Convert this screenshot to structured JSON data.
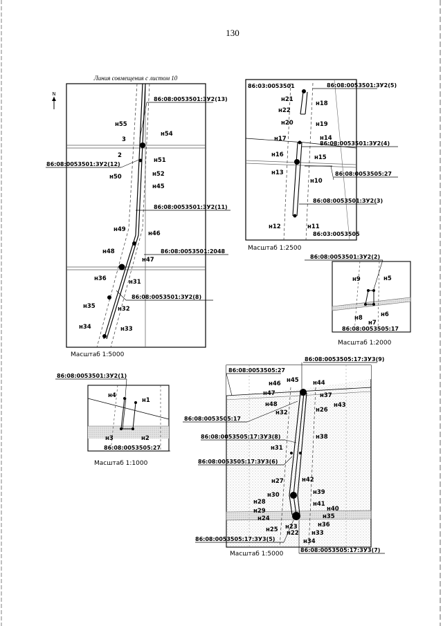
{
  "page_number": "130",
  "north_label": "N",
  "map1": {
    "header": "Линия совмещения с листом 10",
    "scale": "Масштаб 1:5000",
    "cadastral": [
      "86:08:0053501:ЗУ2(13)",
      "86:08:0053501:ЗУ2(12)",
      "86:08:0053501:ЗУ2(11)",
      "86:08:0053501:2048",
      "86:08:0053501:ЗУ2(8)"
    ],
    "points": [
      "н55",
      "3",
      "н54",
      "2",
      "н51",
      "н50",
      "н52",
      "н45",
      "н49",
      "н46",
      "н48",
      "н47",
      "н36",
      "н31",
      "н35",
      "н32",
      "н34",
      "н33"
    ]
  },
  "map2": {
    "scale": "Масштаб 1:2500",
    "cadastral": [
      "86:03:0053501",
      "86:08:0053501:ЗУ2(5)",
      "86:08:0053501:ЗУ2(4)",
      "86:08:0053505:27",
      "86:08:0053501:ЗУ2(3)",
      "86:03:0053505"
    ],
    "points": [
      "н21",
      "н18",
      "н22",
      "н20",
      "н19",
      "н17",
      "н14",
      "н16",
      "н15",
      "н13",
      "н10",
      "н12",
      "н11"
    ]
  },
  "map3": {
    "scale": "Масштаб 1:2000",
    "cadastral": [
      "86:08:0053501:ЗУ2(2)",
      "86:08:0053505:17"
    ],
    "points": [
      "н9",
      "н5",
      "н8",
      "н6",
      "н7"
    ]
  },
  "map4": {
    "scale": "Масштаб 1:1000",
    "cadastral": [
      "86:08:0053501:ЗУ2(1)",
      "86:08:0053505:27"
    ],
    "points": [
      "н4",
      "н1",
      "н3",
      "н2"
    ]
  },
  "map5": {
    "scale": "Масштаб 1:5000",
    "cadastral": [
      "86:08:0053505:27",
      "86:08:0053505:17:ЗУ3(9)",
      "86:08:0053505:17",
      "86:08:0053505:17:ЗУ3(8)",
      "86:08:0053505:17:ЗУ3(6)",
      "86:08:0053505:17:ЗУ3(5)",
      "86:08:0053505:17:ЗУ3(7)"
    ],
    "points": [
      "н45",
      "н44",
      "н46",
      "н47",
      "н37",
      "н48",
      "н43",
      "н32",
      "н26",
      "н38",
      "н31",
      "н27",
      "н42",
      "н39",
      "н30",
      "н28",
      "н41",
      "н29",
      "н40",
      "н24",
      "н35",
      "н25",
      "н23",
      "н36",
      "н22",
      "н33",
      "н34"
    ]
  }
}
